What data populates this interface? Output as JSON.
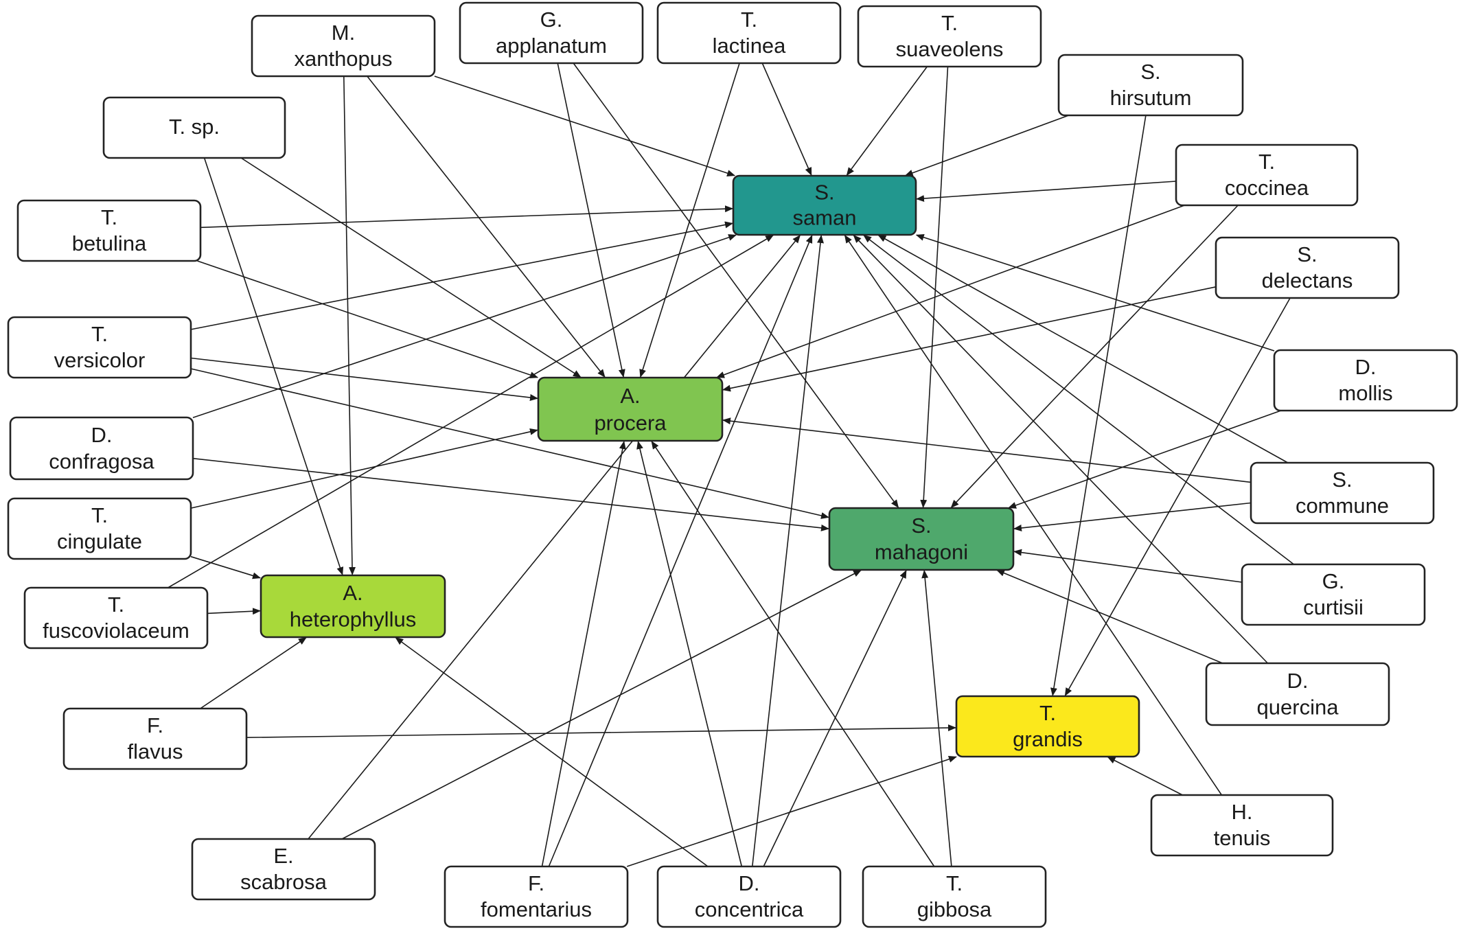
{
  "colors": {
    "host_saman": "#22978e",
    "host_procera": "#80c550",
    "host_mahagoni": "#4fa86c",
    "host_heterophyllus": "#a8d93a",
    "host_grandis": "#fbe81c",
    "fungus": "#ffffff",
    "edge": "#1a1a1a"
  },
  "nodes": [
    {
      "id": "s_saman",
      "line1": "S.",
      "line2": "saman",
      "kind": "host"
    },
    {
      "id": "a_procera",
      "line1": "A.",
      "line2": "procera",
      "kind": "host"
    },
    {
      "id": "s_mahagoni",
      "line1": "S.",
      "line2": "mahagoni",
      "kind": "host"
    },
    {
      "id": "a_heterophyllus",
      "line1": "A.",
      "line2": "heterophyllus",
      "kind": "host"
    },
    {
      "id": "t_grandis",
      "line1": "T.",
      "line2": "grandis",
      "kind": "host"
    },
    {
      "id": "m_xanthopus",
      "line1": "M.",
      "line2": "xanthopus",
      "kind": "fungus"
    },
    {
      "id": "g_applanatum",
      "line1": "G.",
      "line2": "applanatum",
      "kind": "fungus"
    },
    {
      "id": "t_lactinea",
      "line1": "T.",
      "line2": "lactinea",
      "kind": "fungus"
    },
    {
      "id": "t_suaveolens",
      "line1": "T.",
      "line2": "suaveolens",
      "kind": "fungus"
    },
    {
      "id": "s_hirsutum",
      "line1": "S.",
      "line2": "hirsutum",
      "kind": "fungus"
    },
    {
      "id": "t_sp",
      "line1": "T. sp.",
      "line2": "",
      "kind": "fungus"
    },
    {
      "id": "t_coccinea",
      "line1": "T.",
      "line2": "coccinea",
      "kind": "fungus"
    },
    {
      "id": "t_betulina",
      "line1": "T.",
      "line2": "betulina",
      "kind": "fungus"
    },
    {
      "id": "s_delectans",
      "line1": "S.",
      "line2": "delectans",
      "kind": "fungus"
    },
    {
      "id": "t_versicolor",
      "line1": "T.",
      "line2": "versicolor",
      "kind": "fungus"
    },
    {
      "id": "d_mollis",
      "line1": "D.",
      "line2": "mollis",
      "kind": "fungus"
    },
    {
      "id": "d_confragosa",
      "line1": "D.",
      "line2": "confragosa",
      "kind": "fungus"
    },
    {
      "id": "s_commune",
      "line1": "S.",
      "line2": "commune",
      "kind": "fungus"
    },
    {
      "id": "t_cingulate",
      "line1": "T.",
      "line2": "cingulate",
      "kind": "fungus"
    },
    {
      "id": "g_curtisii",
      "line1": "G.",
      "line2": "curtisii",
      "kind": "fungus"
    },
    {
      "id": "t_fuscoviolaceum",
      "line1": "T.",
      "line2": "fuscoviolaceum",
      "kind": "fungus"
    },
    {
      "id": "d_quercina",
      "line1": "D.",
      "line2": "quercina",
      "kind": "fungus"
    },
    {
      "id": "f_flavus",
      "line1": "F.",
      "line2": "flavus",
      "kind": "fungus"
    },
    {
      "id": "h_tenuis",
      "line1": "H.",
      "line2": "tenuis",
      "kind": "fungus"
    },
    {
      "id": "e_scabrosa",
      "line1": "E.",
      "line2": "scabrosa",
      "kind": "fungus"
    },
    {
      "id": "f_fomentarius",
      "line1": "F.",
      "line2": "fomentarius",
      "kind": "fungus"
    },
    {
      "id": "d_concentrica",
      "line1": "D.",
      "line2": "concentrica",
      "kind": "fungus"
    },
    {
      "id": "t_gibbosa",
      "line1": "T.",
      "line2": "gibbosa",
      "kind": "fungus"
    }
  ],
  "edges": [
    {
      "from": "m_xanthopus",
      "to": "s_saman"
    },
    {
      "from": "m_xanthopus",
      "to": "a_procera"
    },
    {
      "from": "m_xanthopus",
      "to": "a_heterophyllus"
    },
    {
      "from": "g_applanatum",
      "to": "a_procera"
    },
    {
      "from": "g_applanatum",
      "to": "s_mahagoni"
    },
    {
      "from": "t_lactinea",
      "to": "s_saman"
    },
    {
      "from": "t_lactinea",
      "to": "a_procera"
    },
    {
      "from": "t_suaveolens",
      "to": "s_saman"
    },
    {
      "from": "t_suaveolens",
      "to": "s_mahagoni"
    },
    {
      "from": "s_hirsutum",
      "to": "s_saman"
    },
    {
      "from": "s_hirsutum",
      "to": "t_grandis"
    },
    {
      "from": "t_sp",
      "to": "a_procera"
    },
    {
      "from": "t_sp",
      "to": "a_heterophyllus"
    },
    {
      "from": "t_coccinea",
      "to": "s_saman"
    },
    {
      "from": "t_coccinea",
      "to": "a_procera"
    },
    {
      "from": "t_coccinea",
      "to": "s_mahagoni"
    },
    {
      "from": "t_betulina",
      "to": "s_saman"
    },
    {
      "from": "t_betulina",
      "to": "a_procera"
    },
    {
      "from": "s_delectans",
      "to": "a_procera"
    },
    {
      "from": "s_delectans",
      "to": "t_grandis"
    },
    {
      "from": "t_versicolor",
      "to": "s_saman"
    },
    {
      "from": "t_versicolor",
      "to": "a_procera"
    },
    {
      "from": "t_versicolor",
      "to": "s_mahagoni"
    },
    {
      "from": "d_mollis",
      "to": "s_saman"
    },
    {
      "from": "d_mollis",
      "to": "s_mahagoni"
    },
    {
      "from": "d_confragosa",
      "to": "s_saman"
    },
    {
      "from": "d_confragosa",
      "to": "s_mahagoni"
    },
    {
      "from": "s_commune",
      "to": "s_saman"
    },
    {
      "from": "s_commune",
      "to": "a_procera"
    },
    {
      "from": "s_commune",
      "to": "s_mahagoni"
    },
    {
      "from": "t_cingulate",
      "to": "a_procera"
    },
    {
      "from": "t_cingulate",
      "to": "a_heterophyllus"
    },
    {
      "from": "g_curtisii",
      "to": "s_saman"
    },
    {
      "from": "g_curtisii",
      "to": "s_mahagoni"
    },
    {
      "from": "t_fuscoviolaceum",
      "to": "s_saman"
    },
    {
      "from": "t_fuscoviolaceum",
      "to": "a_heterophyllus"
    },
    {
      "from": "d_quercina",
      "to": "s_saman"
    },
    {
      "from": "d_quercina",
      "to": "s_mahagoni"
    },
    {
      "from": "f_flavus",
      "to": "a_heterophyllus"
    },
    {
      "from": "f_flavus",
      "to": "t_grandis"
    },
    {
      "from": "h_tenuis",
      "to": "s_saman"
    },
    {
      "from": "h_tenuis",
      "to": "t_grandis"
    },
    {
      "from": "e_scabrosa",
      "to": "s_saman"
    },
    {
      "from": "e_scabrosa",
      "to": "s_mahagoni"
    },
    {
      "from": "f_fomentarius",
      "to": "s_saman"
    },
    {
      "from": "f_fomentarius",
      "to": "a_procera"
    },
    {
      "from": "f_fomentarius",
      "to": "t_grandis"
    },
    {
      "from": "d_concentrica",
      "to": "s_saman"
    },
    {
      "from": "d_concentrica",
      "to": "a_procera"
    },
    {
      "from": "d_concentrica",
      "to": "s_mahagoni"
    },
    {
      "from": "d_concentrica",
      "to": "a_heterophyllus"
    },
    {
      "from": "t_gibbosa",
      "to": "a_procera"
    },
    {
      "from": "t_gibbosa",
      "to": "s_mahagoni"
    }
  ]
}
